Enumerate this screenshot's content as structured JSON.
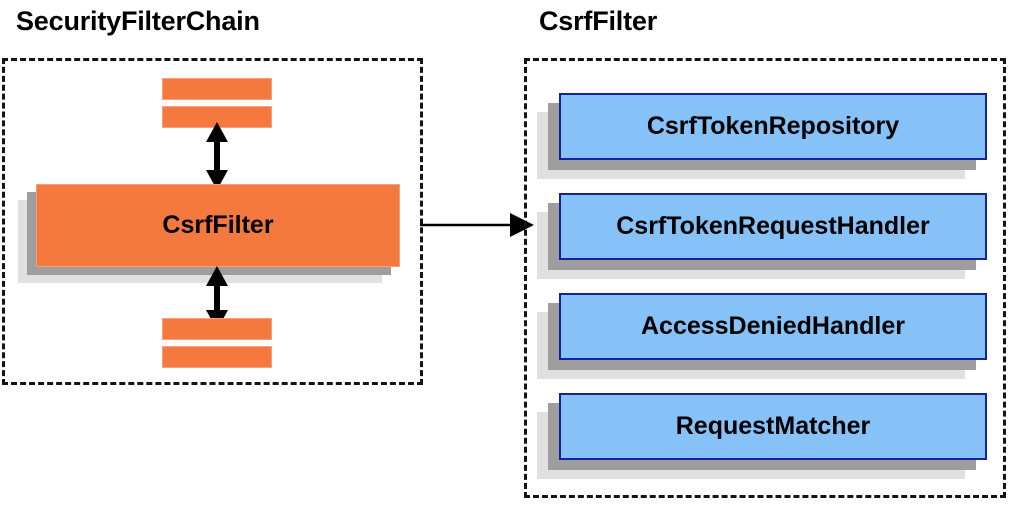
{
  "diagram": {
    "type": "architecture-block-diagram",
    "background_color": "#ffffff",
    "palette": {
      "orange_fill": "#f4793f",
      "orange_border": "#f5a07a",
      "blue_fill": "#86c2f8",
      "blue_border": "#16229c",
      "shadow_near": "#9e9e9e",
      "shadow_far": "#e0e0e0",
      "outline": "#141414",
      "text": "#000000"
    },
    "panels": [
      {
        "id": "security-filter-chain",
        "title": "SecurityFilterChain",
        "border_style": "dashed"
      },
      {
        "id": "csrf-filter",
        "title": "CsrfFilter",
        "border_style": "dashed"
      }
    ]
  },
  "left_panel": {
    "title": "SecurityFilterChain",
    "top_bars": [
      {
        "name": "filter-bar-top-1"
      },
      {
        "name": "filter-bar-top-2"
      }
    ],
    "main_node": {
      "label": "CsrfFilter",
      "style": "orange-shadowed"
    },
    "bottom_bars": [
      {
        "name": "filter-bar-bottom-1"
      },
      {
        "name": "filter-bar-bottom-2"
      }
    ],
    "arrows": [
      {
        "name": "arrow-up-down-above-csrffilter",
        "style": "double-headed-vertical"
      },
      {
        "name": "arrow-up-down-below-csrffilter",
        "style": "double-headed-vertical"
      }
    ]
  },
  "connector": {
    "name": "csrffilter-to-collaborators",
    "style": "single-headed-horizontal",
    "from": "CsrfFilter",
    "to": "CsrfFilter collaborators"
  },
  "right_panel": {
    "title": "CsrfFilter",
    "collaborators": [
      {
        "label": "CsrfTokenRepository"
      },
      {
        "label": "CsrfTokenRequestHandler"
      },
      {
        "label": "AccessDeniedHandler"
      },
      {
        "label": "RequestMatcher"
      }
    ]
  }
}
